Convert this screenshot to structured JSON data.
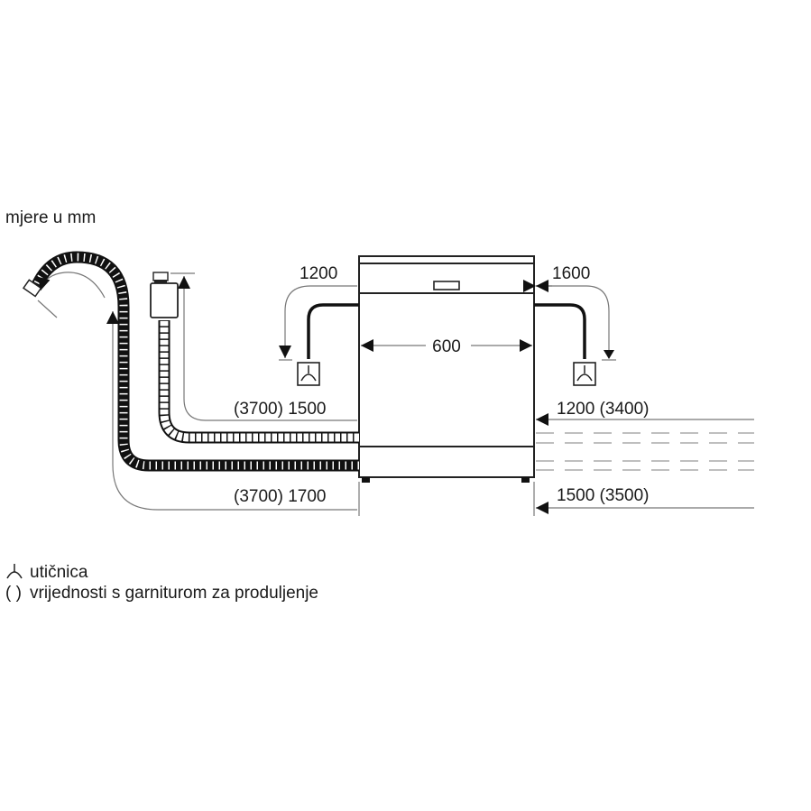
{
  "title": "mjere u mm",
  "dimensions": {
    "width": "600",
    "power_left": "1200",
    "power_right": "1600",
    "drain_left": "(3700) 1500",
    "inlet_left": "(3700) 1700",
    "drain_right": "1200 (3400)",
    "inlet_right": "1500 (3500)"
  },
  "legend": {
    "socket_label": "utičnica",
    "socket_symbol": "⅄",
    "extension_symbol": "( )",
    "extension_label": "vrijednosti s garniturom za produljenje"
  }
}
